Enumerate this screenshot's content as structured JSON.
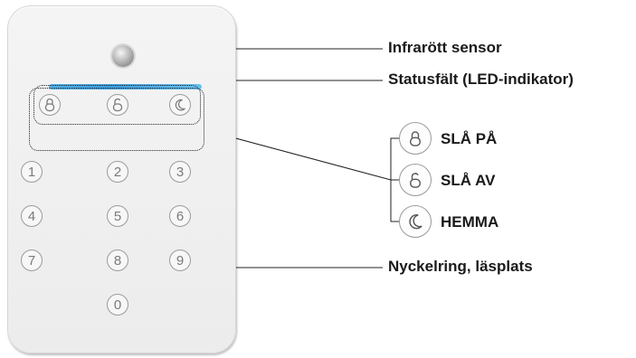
{
  "callouts": {
    "ir_sensor": "Infrarött sensor",
    "status_bar": "Statusfält (LED-indikator)",
    "key_ring": "Nyckelring, läsplats"
  },
  "modes": [
    {
      "label": "SLÅ PÅ",
      "icon": "lock-closed-icon"
    },
    {
      "label": "SLÅ AV",
      "icon": "lock-open-icon"
    },
    {
      "label": "HEMMA",
      "icon": "moon-icon"
    }
  ],
  "keys": [
    "1",
    "2",
    "3",
    "4",
    "5",
    "6",
    "7",
    "8",
    "9",
    "0"
  ],
  "colors": {
    "led": "#3e9fdf",
    "line": "#222222"
  }
}
